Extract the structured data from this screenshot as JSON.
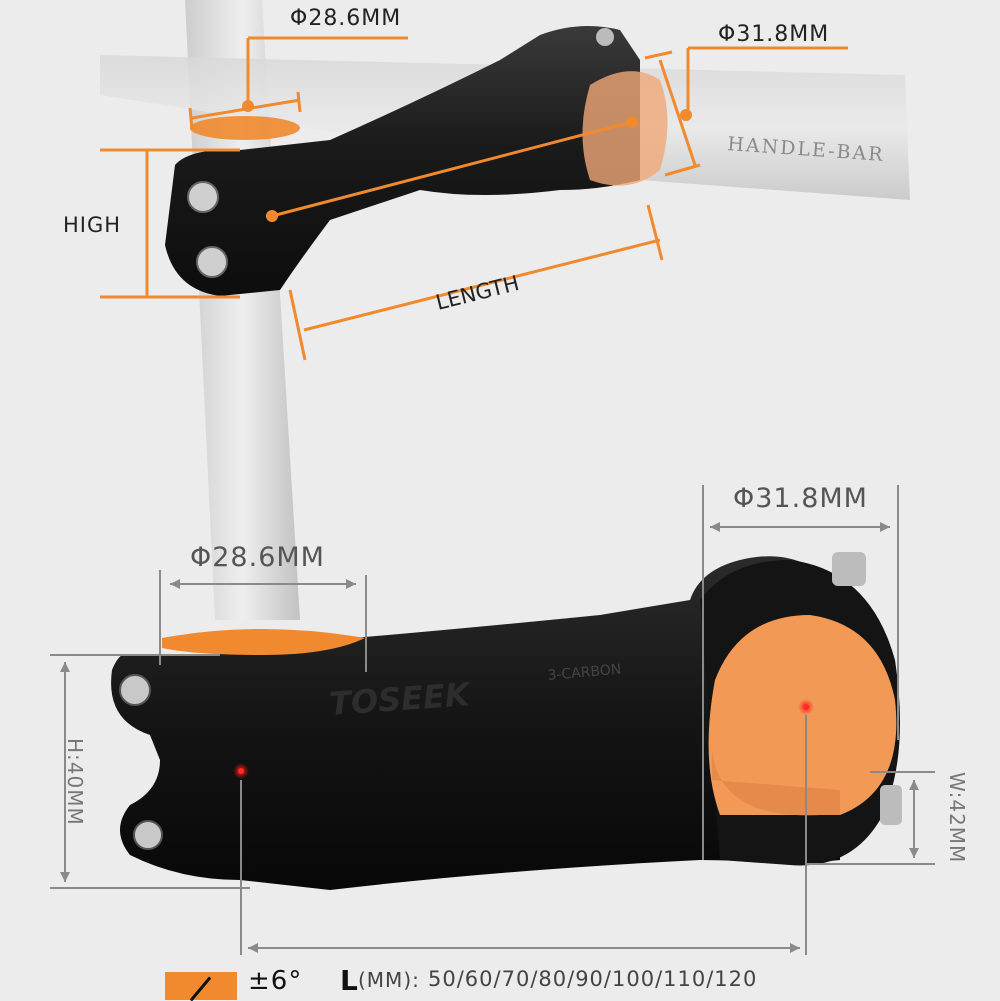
{
  "top_diagram": {
    "steerer_diameter": "Φ28.6MM",
    "bar_diameter": "Φ31.8MM",
    "height_label": "HIGH",
    "length_label": "LENGTH",
    "handlebar_label": "HANDLE-BAR"
  },
  "bottom_diagram": {
    "steerer_diameter": "Φ28.6MM",
    "bar_diameter": "Φ31.8MM",
    "height_dim": "H:40MM",
    "width_dim": "W:42MM",
    "brand_text": "TOSEEK",
    "carbon_text": "3-CARBON"
  },
  "footer": {
    "angle": "±6°",
    "length_prefix": "L",
    "length_unit": "(MM):",
    "length_values": "50/60/70/80/90/100/110/120"
  },
  "colors": {
    "accent": "#f18a2e",
    "stem": "#1b1b1b",
    "background": "#ececec"
  }
}
